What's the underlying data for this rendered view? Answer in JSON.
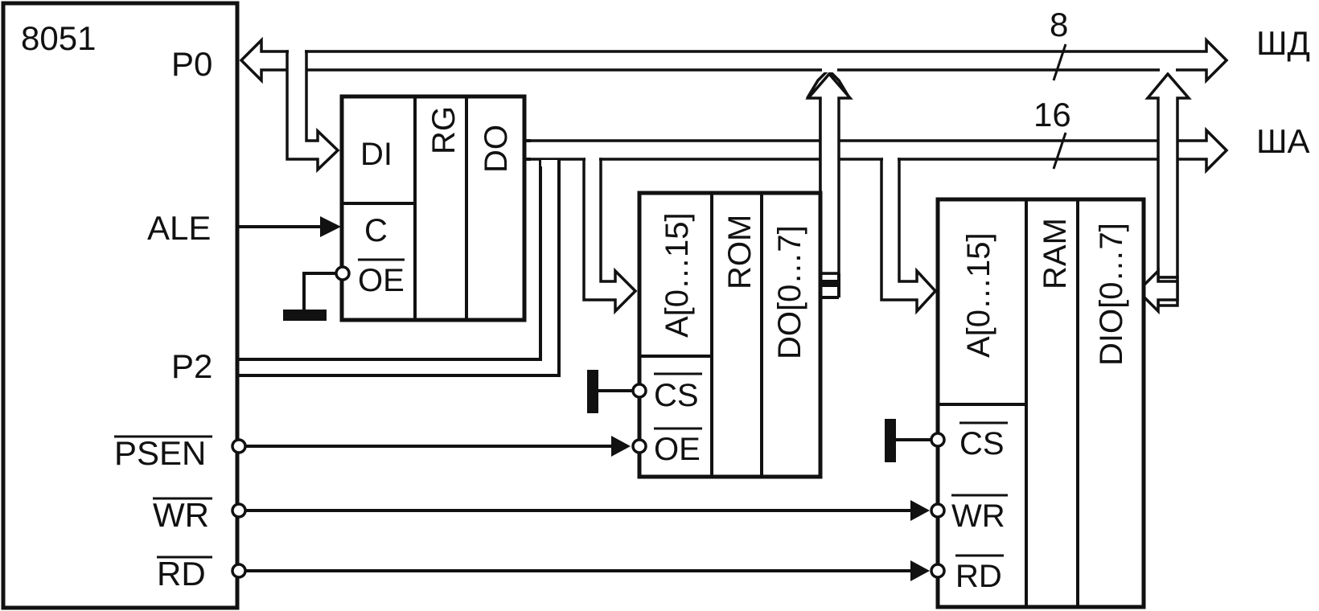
{
  "cpu": {
    "name": "8051",
    "pins": {
      "p0": "P0",
      "ale": "ALE",
      "p2": "P2",
      "psen": "PSEN",
      "wr": "WR",
      "rd": "RD"
    }
  },
  "buses": {
    "data": {
      "label": "ШД",
      "width": "8"
    },
    "address": {
      "label": "ША",
      "width": "16"
    }
  },
  "register": {
    "title": "RG",
    "di": "DI",
    "c": "C",
    "oe": "OE",
    "do": "DO"
  },
  "rom": {
    "title": "ROM",
    "addr": "A[0…15]",
    "data": "DO[0…7]",
    "cs": "CS",
    "oe": "OE"
  },
  "ram": {
    "title": "RAM",
    "addr": "A[0…15]",
    "data": "DIO[0…7]",
    "cs": "CS",
    "wr": "WR",
    "rd": "RD"
  }
}
